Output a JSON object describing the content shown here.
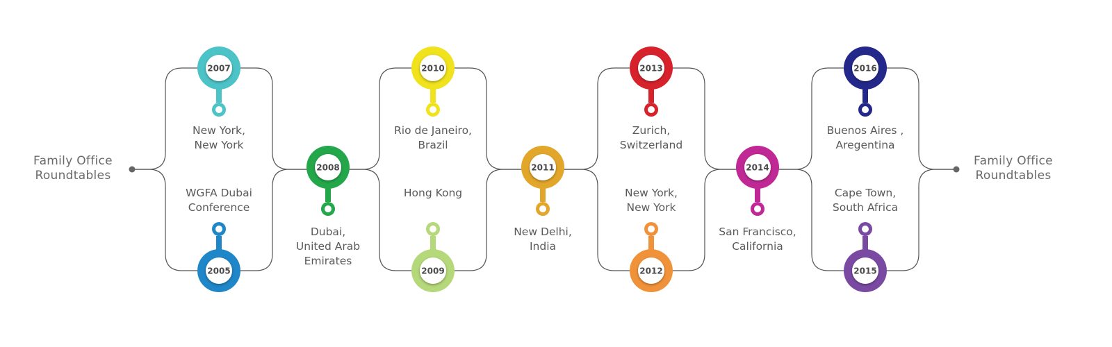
{
  "start_label": {
    "line1": "Family Office",
    "line2": "Roundtables"
  },
  "end_label": {
    "line1": "Family Office",
    "line2": "Roundtables"
  },
  "events": [
    {
      "year": "2005",
      "color": "#1f86c8",
      "location": [
        "WGFA Dubai",
        "Conference"
      ]
    },
    {
      "year": "2007",
      "color": "#4cc3c6",
      "location": [
        "New York,",
        "New York"
      ]
    },
    {
      "year": "2008",
      "color": "#23a74a",
      "location": [
        "Dubai,",
        "United Arab",
        "Emirates"
      ]
    },
    {
      "year": "2009",
      "color": "#b5d87a",
      "location": [
        "Hong Kong"
      ]
    },
    {
      "year": "2010",
      "color": "#f0e21c",
      "location": [
        "Rio de Janeiro,",
        "Brazil"
      ]
    },
    {
      "year": "2011",
      "color": "#e2a62a",
      "location": [
        "New Delhi,",
        "India"
      ]
    },
    {
      "year": "2012",
      "color": "#f0923a",
      "location": [
        "New York,",
        "New York"
      ]
    },
    {
      "year": "2013",
      "color": "#d7222c",
      "location": [
        "Zurich,",
        "Switzerland"
      ]
    },
    {
      "year": "2014",
      "color": "#c02995",
      "location": [
        "San Francisco,",
        "California"
      ]
    },
    {
      "year": "2015",
      "color": "#7a4aa3",
      "location": [
        "Cape Town,",
        "South Africa"
      ]
    },
    {
      "year": "2016",
      "color": "#23288a",
      "location": [
        "Buenos Aires ,",
        "Aregentina"
      ]
    }
  ],
  "line_color": "#555555"
}
